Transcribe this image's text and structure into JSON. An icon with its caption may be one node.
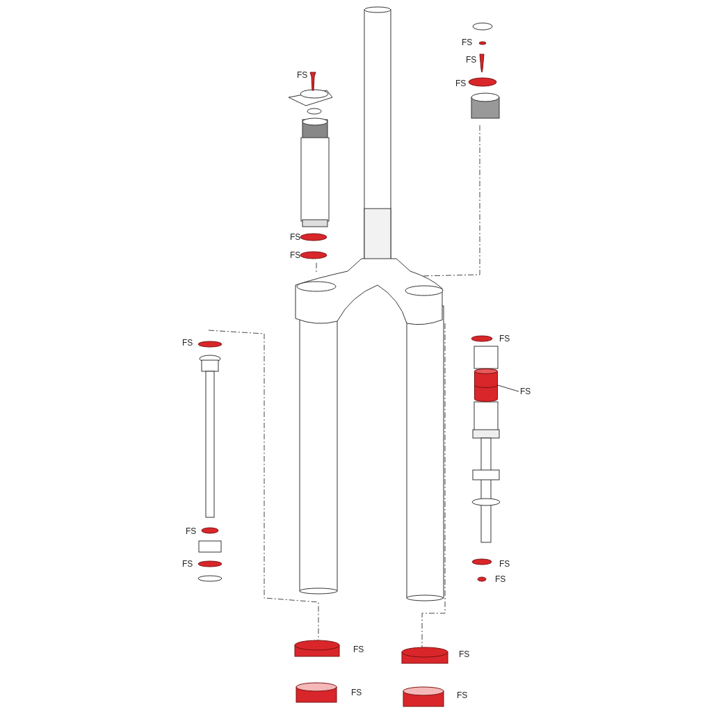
{
  "diagram": {
    "nodes": [
      {
        "text": [
          "FS"
        ]
      },
      {
        "text": [],
        "shape": "cylinder"
      }
    ],
    "edges": [
      {
        "from": 0,
        "to": 1,
        "arrow": "none"
      }
    ],
    "labels": [
      "FS",
      "FS",
      "FS",
      "FS",
      "FS",
      "FS",
      "FS",
      "FS",
      "FS",
      "FS",
      "FS",
      "FS",
      "FS",
      "FS",
      "FS",
      "FS"
    ]
  }
}
